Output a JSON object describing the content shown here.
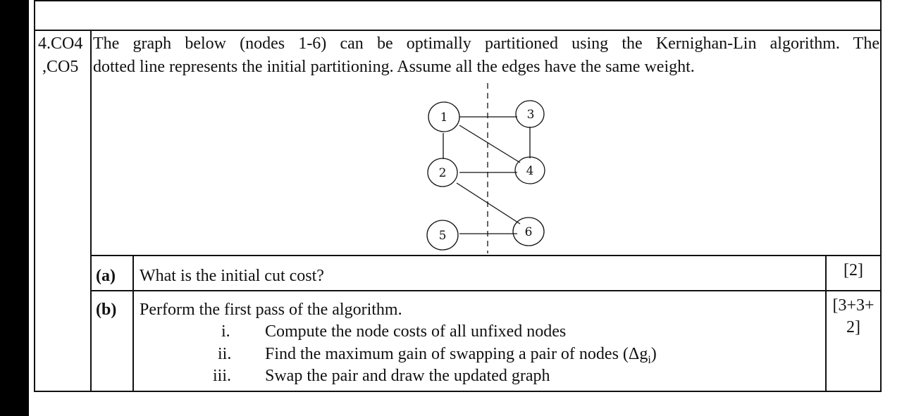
{
  "question": {
    "number_line1": "4.CO4",
    "number_line2": ",CO5",
    "stem_line1": "The graph below (nodes 1-6) can be optimally partitioned using the Kernighan-Lin algorithm. The",
    "stem_line2": "dotted line represents the initial partitioning. Assume all the edges have the same weight."
  },
  "graph": {
    "nodes": [
      "1",
      "2",
      "3",
      "4",
      "5",
      "6"
    ],
    "edges": [
      [
        "1",
        "3"
      ],
      [
        "1",
        "2"
      ],
      [
        "1",
        "4"
      ],
      [
        "3",
        "4"
      ],
      [
        "2",
        "4"
      ],
      [
        "2",
        "6"
      ],
      [
        "5",
        "6"
      ]
    ],
    "partition_line": "dashed"
  },
  "parts": [
    {
      "label": "(a)",
      "text": "What is the initial cut cost?",
      "marks": "[2]"
    },
    {
      "label": "(b)",
      "text": "Perform the first pass of the algorithm.",
      "marks_line1": "[3+3+",
      "marks_line2": "2]",
      "subitems": [
        {
          "num": "i.",
          "text": "Compute the node costs of all unfixed nodes"
        },
        {
          "num": "ii.",
          "text": "Find the maximum gain of swapping a pair of nodes (Δg",
          "sub": "i",
          "suffix": ")"
        },
        {
          "num": "iii.",
          "text": "Swap the pair and draw the updated graph"
        }
      ]
    }
  ]
}
